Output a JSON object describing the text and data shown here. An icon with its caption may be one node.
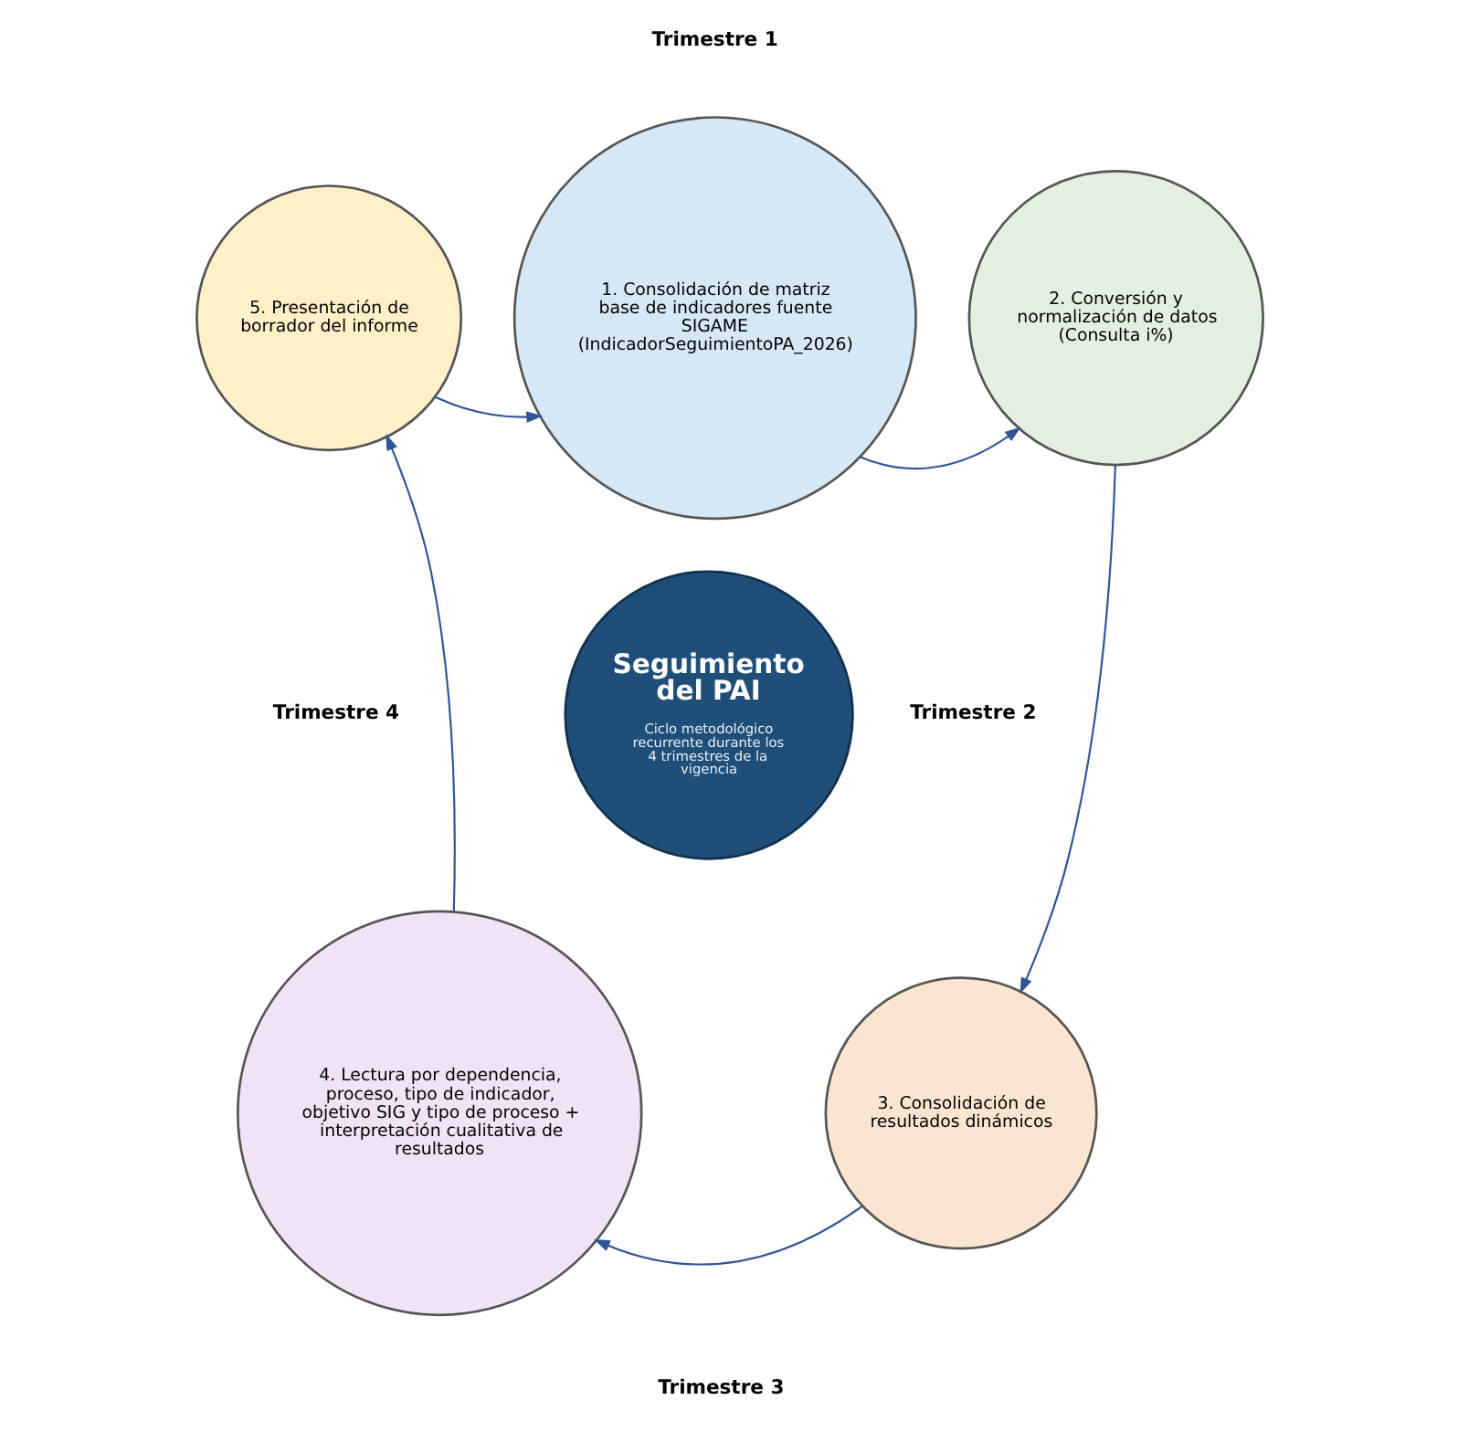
{
  "diagram": {
    "nodes": [
      {
        "text": [
          "1. Consolidación de matriz base de indicadores fuente SIGAME (IndicadorSeguimientoPA_2026)"
        ]
      },
      {
        "text": [
          "2. Conversión y normalización de datos (Consulta i%)"
        ]
      },
      {
        "text": [
          "3. Consolidación de resultados dinámicos"
        ]
      },
      {
        "text": [
          "4. Lectura por dependencia, proceso, tipo de indicador, objetivo SIG y tipo de proceso + interpretación cualitativa de resultados"
        ]
      },
      {
        "text": [
          "5. Presentación de borrador del informe"
        ]
      },
      {
        "text": [
          "Seguimiento del PAI",
          "Ciclo metodológico recurrente durante los 4 trimestres de la vigencia"
        ]
      }
    ],
    "edges": [
      {
        "from": 0,
        "to": 1,
        "arrow": "to"
      },
      {
        "from": 1,
        "to": 2,
        "arrow": "to"
      },
      {
        "from": 2,
        "to": 3,
        "arrow": "to"
      },
      {
        "from": 3,
        "to": 4,
        "arrow": "to"
      },
      {
        "from": 4,
        "to": 0,
        "arrow": "to"
      }
    ],
    "labels": [
      "Trimestre 1",
      "Trimestre 4",
      "Trimestre 2",
      "Trimestre 3"
    ]
  }
}
